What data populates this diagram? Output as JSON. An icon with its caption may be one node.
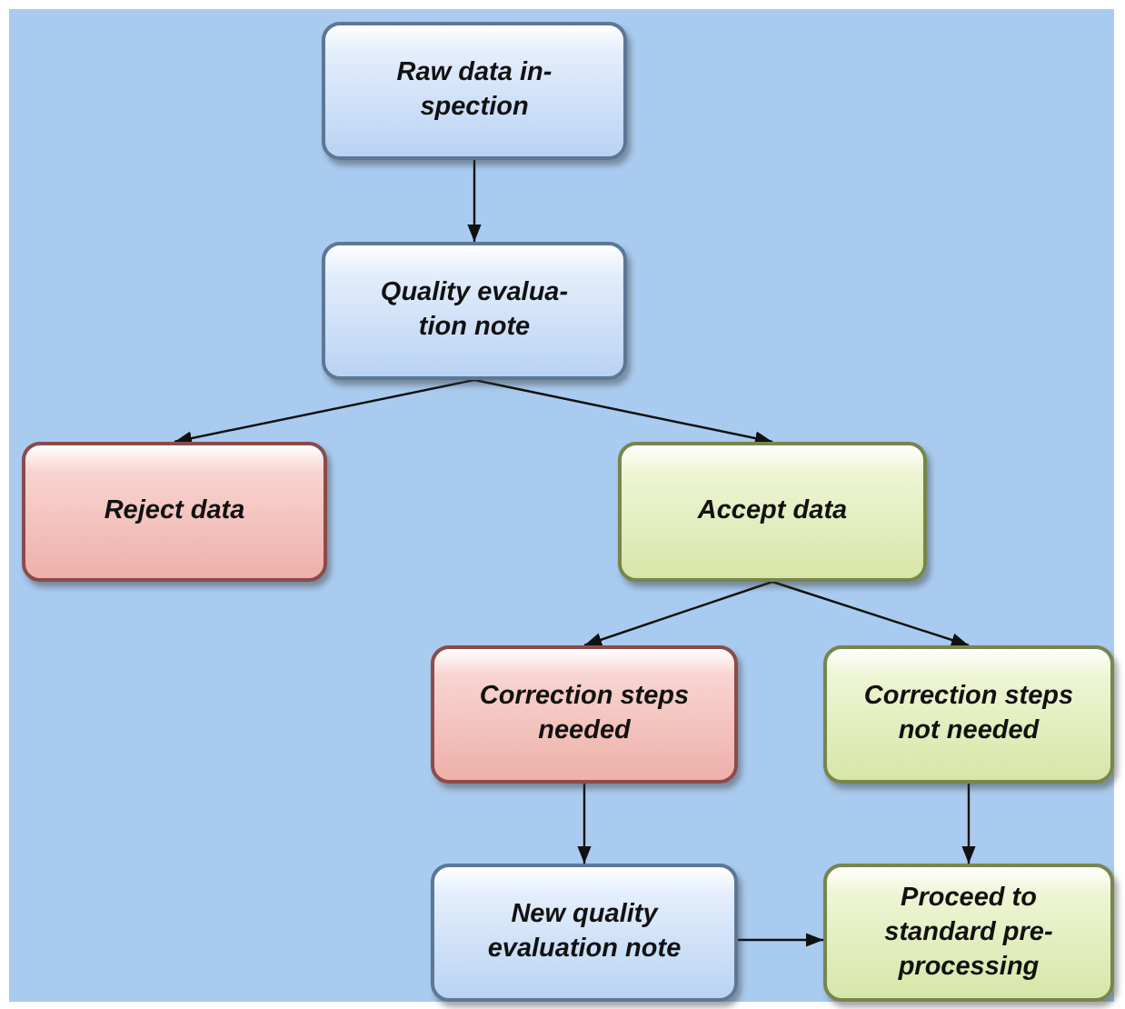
{
  "diagram": {
    "nodes": [
      {
        "text": [
          "Raw data in-spection"
        ]
      },
      {
        "text": [
          "Quality evalua-tion note"
        ]
      },
      {
        "text": [
          "Reject data"
        ]
      },
      {
        "text": [
          "Accept data"
        ]
      },
      {
        "text": [
          "Correction steps needed"
        ]
      },
      {
        "text": [
          "Correction steps not needed"
        ]
      },
      {
        "text": [
          "New quality evaluation note"
        ]
      },
      {
        "text": [
          "Proceed to standard pre-processing"
        ]
      }
    ],
    "edges": [
      {
        "from": 0,
        "to": 1,
        "arrow": "to"
      },
      {
        "from": 1,
        "to": 2,
        "arrow": "to"
      },
      {
        "from": 1,
        "to": 3,
        "arrow": "to"
      },
      {
        "from": 3,
        "to": 4,
        "arrow": "to"
      },
      {
        "from": 3,
        "to": 5,
        "arrow": "to"
      },
      {
        "from": 4,
        "to": 6,
        "arrow": "to"
      },
      {
        "from": 5,
        "to": 7,
        "arrow": "to"
      },
      {
        "from": 6,
        "to": 7,
        "arrow": "to"
      }
    ]
  }
}
